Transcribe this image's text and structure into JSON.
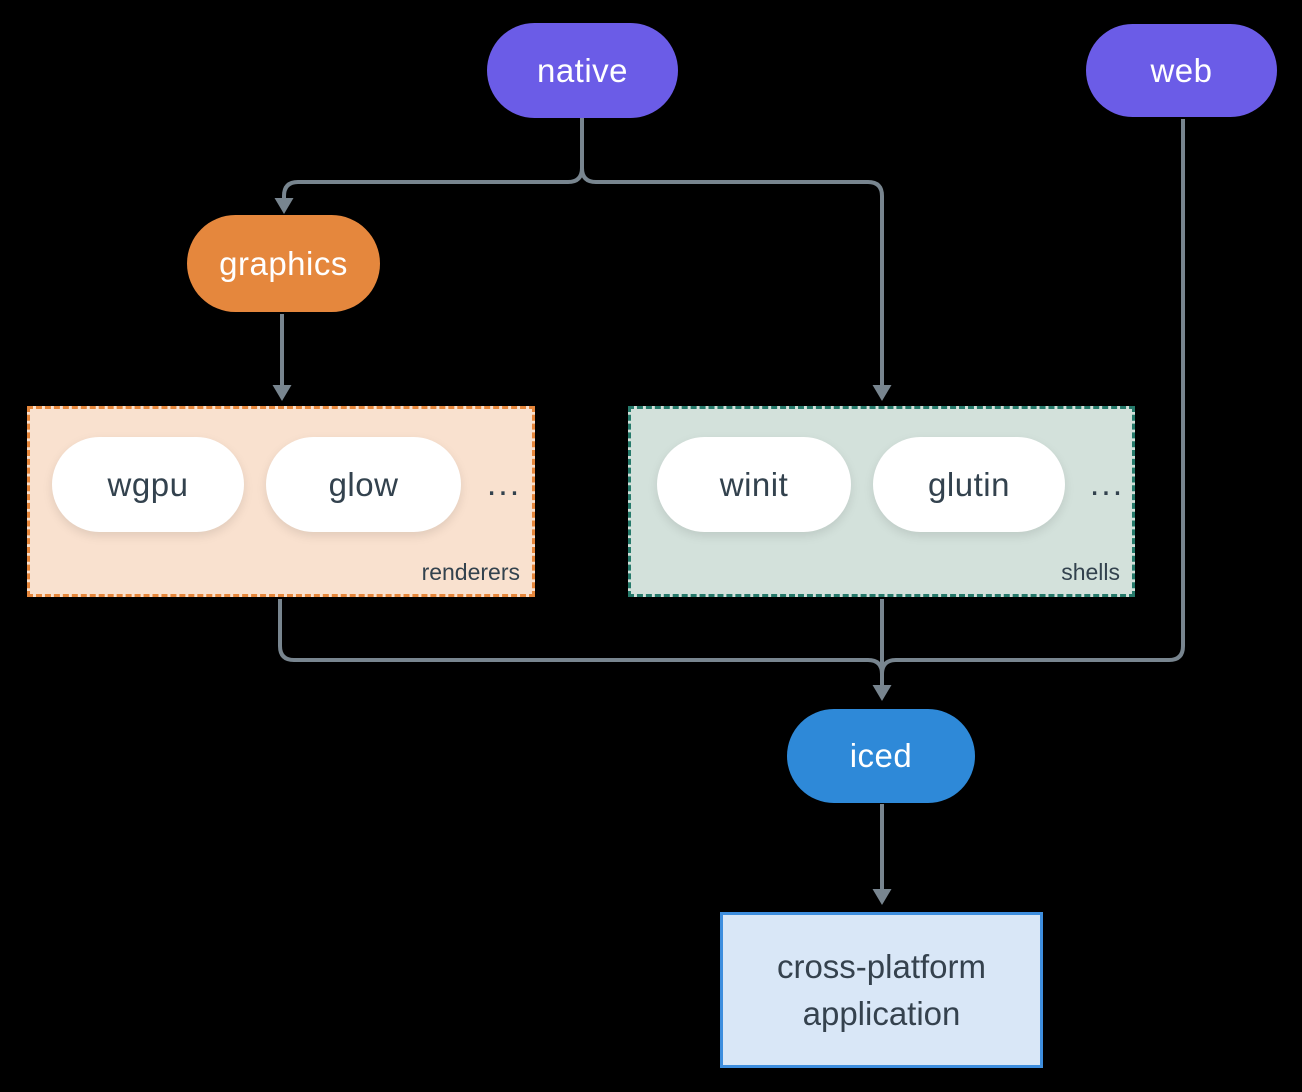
{
  "nodes": {
    "native": "native",
    "web": "web",
    "graphics": "graphics",
    "iced": "iced"
  },
  "groups": {
    "renderers": {
      "label": "renderers",
      "items": [
        "wgpu",
        "glow"
      ],
      "ellipsis": "..."
    },
    "shells": {
      "label": "shells",
      "items": [
        "winit",
        "glutin"
      ],
      "ellipsis": "..."
    }
  },
  "app": {
    "lines": [
      "cross-platform",
      "application"
    ]
  },
  "colors": {
    "background": "#000000",
    "connector": "#78858F",
    "node_purple": "#6B5CE7",
    "node_orange": "#E5873D",
    "node_blue": "#2E89D8",
    "pill_white": "#FFFFFF",
    "renderers_fill": "#F9E1CF",
    "renderers_border": "#E6873C",
    "shells_fill": "#D3E1DB",
    "shells_border": "#267A6B",
    "app_fill": "#D9E7F7",
    "app_border": "#3E8EDE",
    "text_dark": "#33424E",
    "text_light": "#FFFFFF"
  }
}
